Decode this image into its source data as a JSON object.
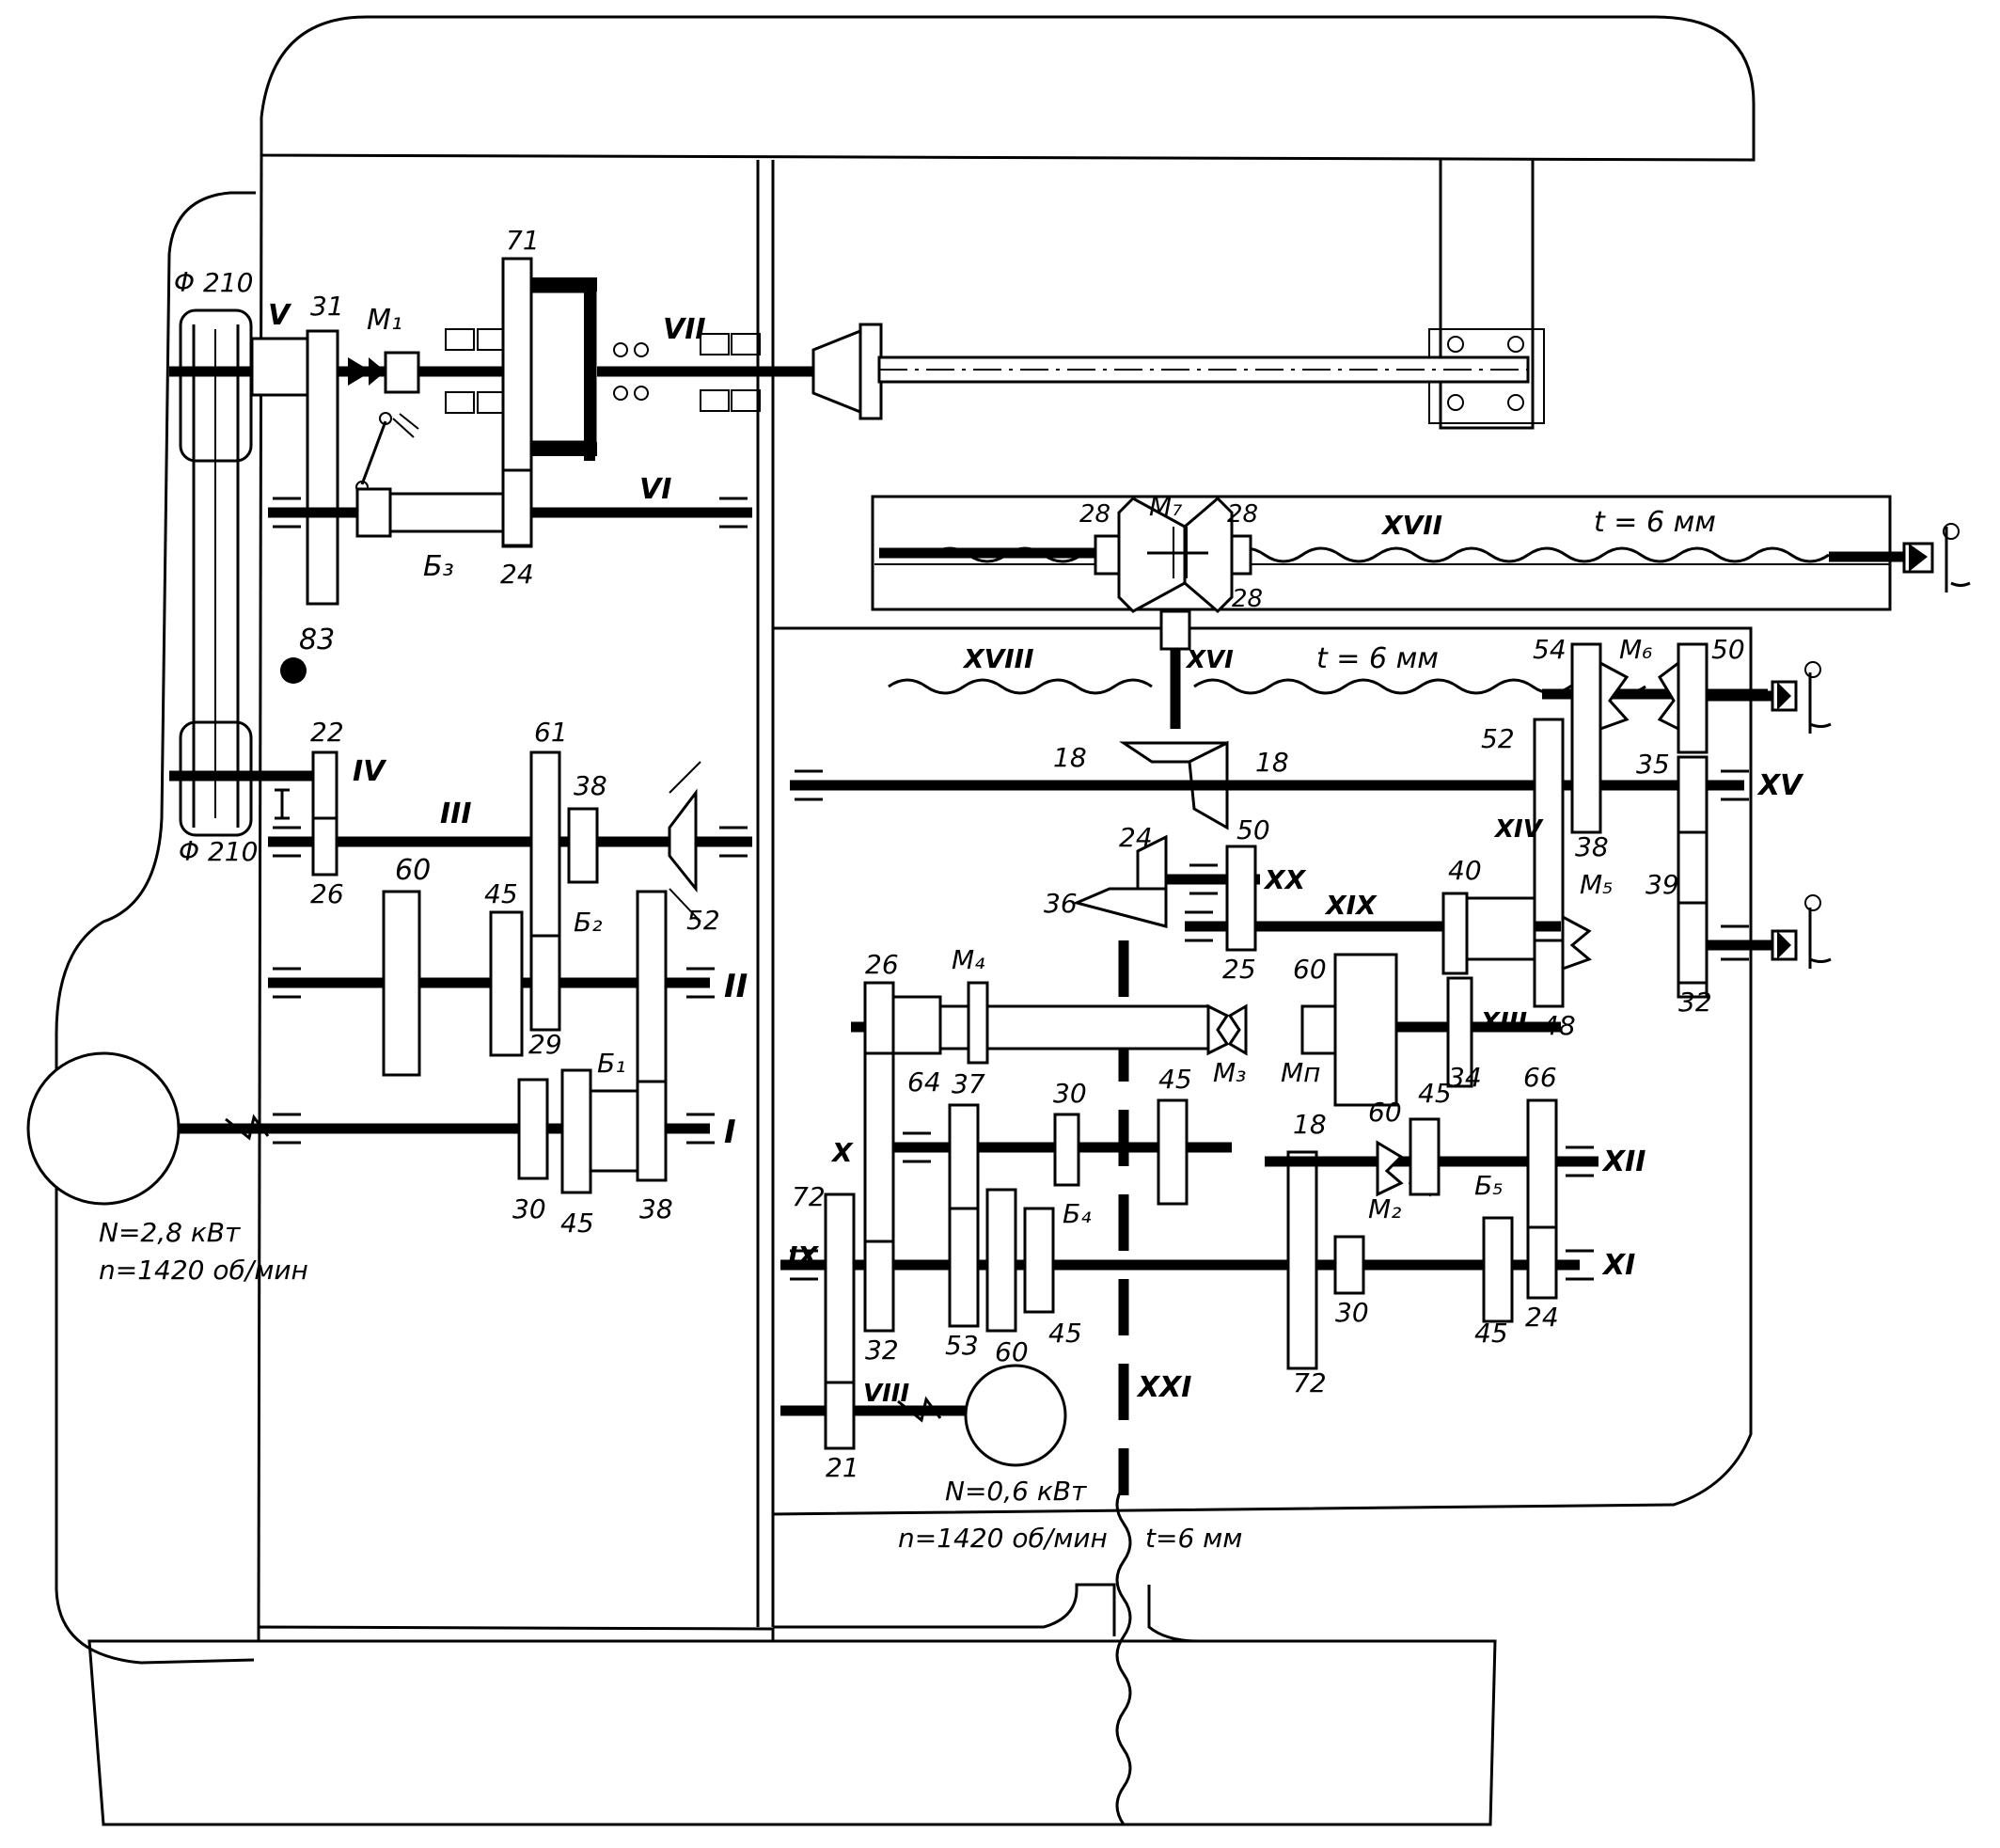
{
  "shafts": {
    "I": "I",
    "II": "II",
    "III": "III",
    "IV": "IV",
    "V": "V",
    "VI": "VI",
    "VII": "VII",
    "VIII": "VIII",
    "IX": "IX",
    "X": "X",
    "XI": "XI",
    "XII": "XII",
    "XIII": "XIII",
    "XIV": "XIV",
    "XV": "XV",
    "XVI": "XVI",
    "XVII": "XVII",
    "XVIII": "XVIII",
    "XIX": "XIX",
    "XX": "XX",
    "XXI": "XXI"
  },
  "clutches": {
    "m1": "M₁",
    "m2": "M₂",
    "m3": "M₃",
    "m4": "M₄",
    "m5": "M₅",
    "m6": "M₆",
    "m7": "M₇",
    "mp": "Mп"
  },
  "blocks": {
    "b1": "Б₁",
    "b2": "Б₂",
    "b3": "Б₃",
    "b4": "Б₄",
    "b5": "Б₅"
  },
  "pulleys": {
    "top_dia": "Φ 210",
    "bottom_dia": "Φ 210"
  },
  "main_motor": {
    "power": "N=2,8 кВт",
    "speed": "n=1420 об/мин"
  },
  "feed_motor": {
    "power": "N=0,6 кВт",
    "speed": "n=1420 об/мин"
  },
  "screw_pitch": {
    "xvii": "t = 6 мм",
    "xviii": "t = 6 мм",
    "xxi": "t=6 мм"
  },
  "teeth": {
    "z31": "31",
    "z71": "71",
    "z24_vi": "24",
    "z83": "83",
    "z22": "22",
    "z26_iii": "26",
    "z61": "61",
    "z38_iii": "38",
    "z60_ii": "60",
    "z45_ii": "45",
    "z52_ii": "52",
    "z29": "29",
    "z30_i": "30",
    "z45_i": "45",
    "z38_i": "38",
    "z28_a": "28",
    "z28_b": "28",
    "z28_c": "28",
    "z18_a": "18",
    "z18_b": "18",
    "z54": "54",
    "z50_xv": "50",
    "z52_xiv": "52",
    "z35": "35",
    "z38_xv": "38",
    "z39": "39",
    "z32_xv": "32",
    "z40": "40",
    "z48": "48",
    "z34": "34",
    "z24_xx": "24",
    "z36": "36",
    "z50_xx": "50",
    "z25": "25",
    "z60_mp": "60",
    "z26_x": "26",
    "z64": "64",
    "z37": "37",
    "z30_x": "30",
    "z45_x": "45",
    "z72_ix": "72",
    "z32_ix": "32",
    "z53": "53",
    "z60_ix": "60",
    "z45_ix": "45",
    "z21": "21",
    "z18_xi": "18",
    "z60_xi": "60",
    "z45_xii": "45",
    "z66": "66",
    "z72_xi": "72",
    "z30_xi": "30",
    "z45_xi": "45",
    "z24_xi": "24"
  }
}
